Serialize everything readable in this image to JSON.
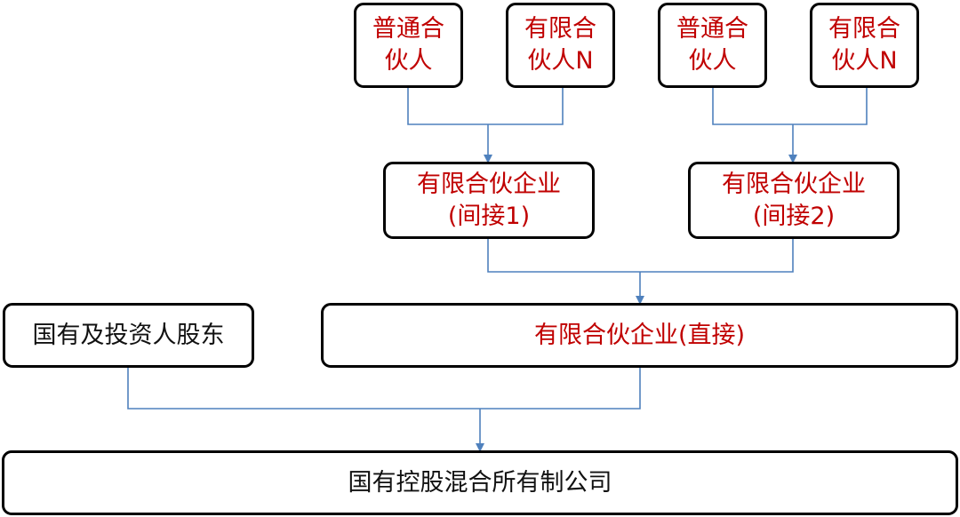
{
  "colors": {
    "node_border": "#000000",
    "highlight_text": "#c00000",
    "normal_text": "#111111",
    "connector": "#4f81bd"
  },
  "nodes": {
    "gp1": {
      "line1": "普通合",
      "line2": "伙人"
    },
    "lp1": {
      "line1": "有限合",
      "line2": "伙人N"
    },
    "gp2": {
      "line1": "普通合",
      "line2": "伙人"
    },
    "lp2": {
      "line1": "有限合",
      "line2": "伙人N"
    },
    "indirect1": {
      "line1": "有限合伙企业",
      "line2": "(间接1)"
    },
    "indirect2": {
      "line1": "有限合伙企业",
      "line2": "(间接2)"
    },
    "state_investor": {
      "label": "国有及投资人股东"
    },
    "direct": {
      "label": "有限合伙企业(直接)"
    },
    "company": {
      "label": "国有控股混合所有制公司"
    }
  },
  "edges": [
    {
      "from": [
        "gp1",
        "lp1"
      ],
      "to": "indirect1"
    },
    {
      "from": [
        "gp2",
        "lp2"
      ],
      "to": "indirect2"
    },
    {
      "from": [
        "indirect1",
        "indirect2"
      ],
      "to": "direct"
    },
    {
      "from": [
        "state_investor",
        "direct"
      ],
      "to": "company"
    }
  ]
}
